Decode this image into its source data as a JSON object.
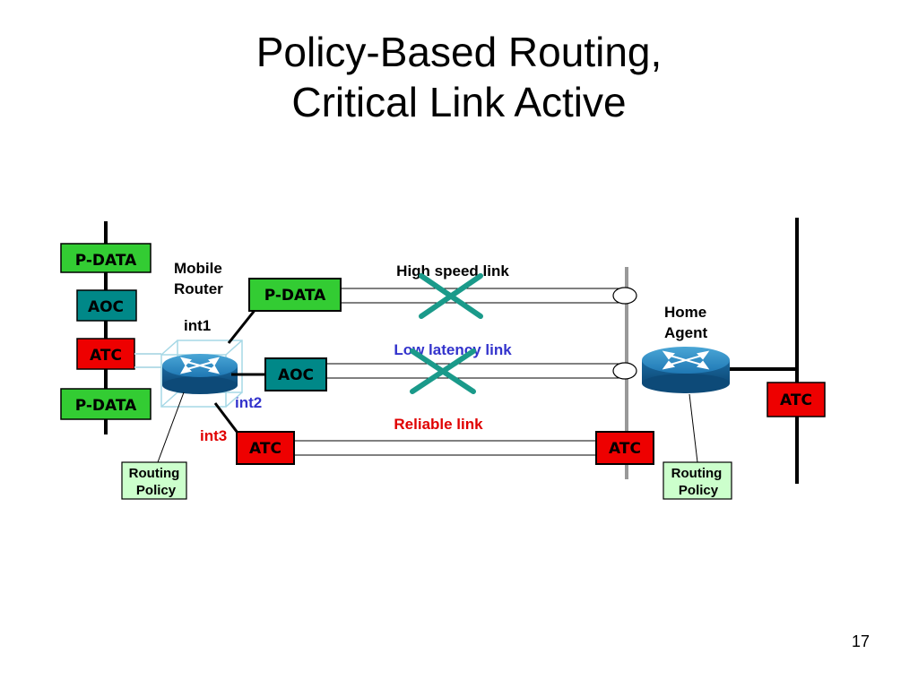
{
  "slide": {
    "title_line1": "Policy-Based Routing,",
    "title_line2": "Critical Link Active",
    "page_number": "17"
  },
  "left_stack": [
    "P-DATA",
    "AOC",
    "ATC",
    "P-DATA"
  ],
  "mobile_router": {
    "label_line1": "Mobile",
    "label_line2": "Router",
    "interfaces": {
      "int1": "int1",
      "int2": "int2",
      "int3": "int3"
    },
    "policy_line1": "Routing",
    "policy_line2": "Policy"
  },
  "home_agent": {
    "label_line1": "Home",
    "label_line2": "Agent",
    "policy_line1": "Routing",
    "policy_line2": "Policy",
    "atc_label": "ATC"
  },
  "links": [
    {
      "name": "High speed link",
      "box": "P-DATA",
      "color": "#000000",
      "blocked": true
    },
    {
      "name": "Low latency link",
      "box": "AOC",
      "color": "#3333cc",
      "blocked": true
    },
    {
      "name": "Reliable link",
      "box": "ATC",
      "color": "#e00000",
      "blocked": false,
      "far_box": "ATC"
    }
  ],
  "colors": {
    "pdata": "#33cc33",
    "aoc": "#008888",
    "atc": "#ee0000",
    "policy": "#ccffcc",
    "cross": "#1a9a8a",
    "int2": "#3333cc",
    "int3": "#e00000"
  },
  "icons": [
    "router-icon",
    "cross-mark-icon",
    "tunnel-end-icon"
  ]
}
